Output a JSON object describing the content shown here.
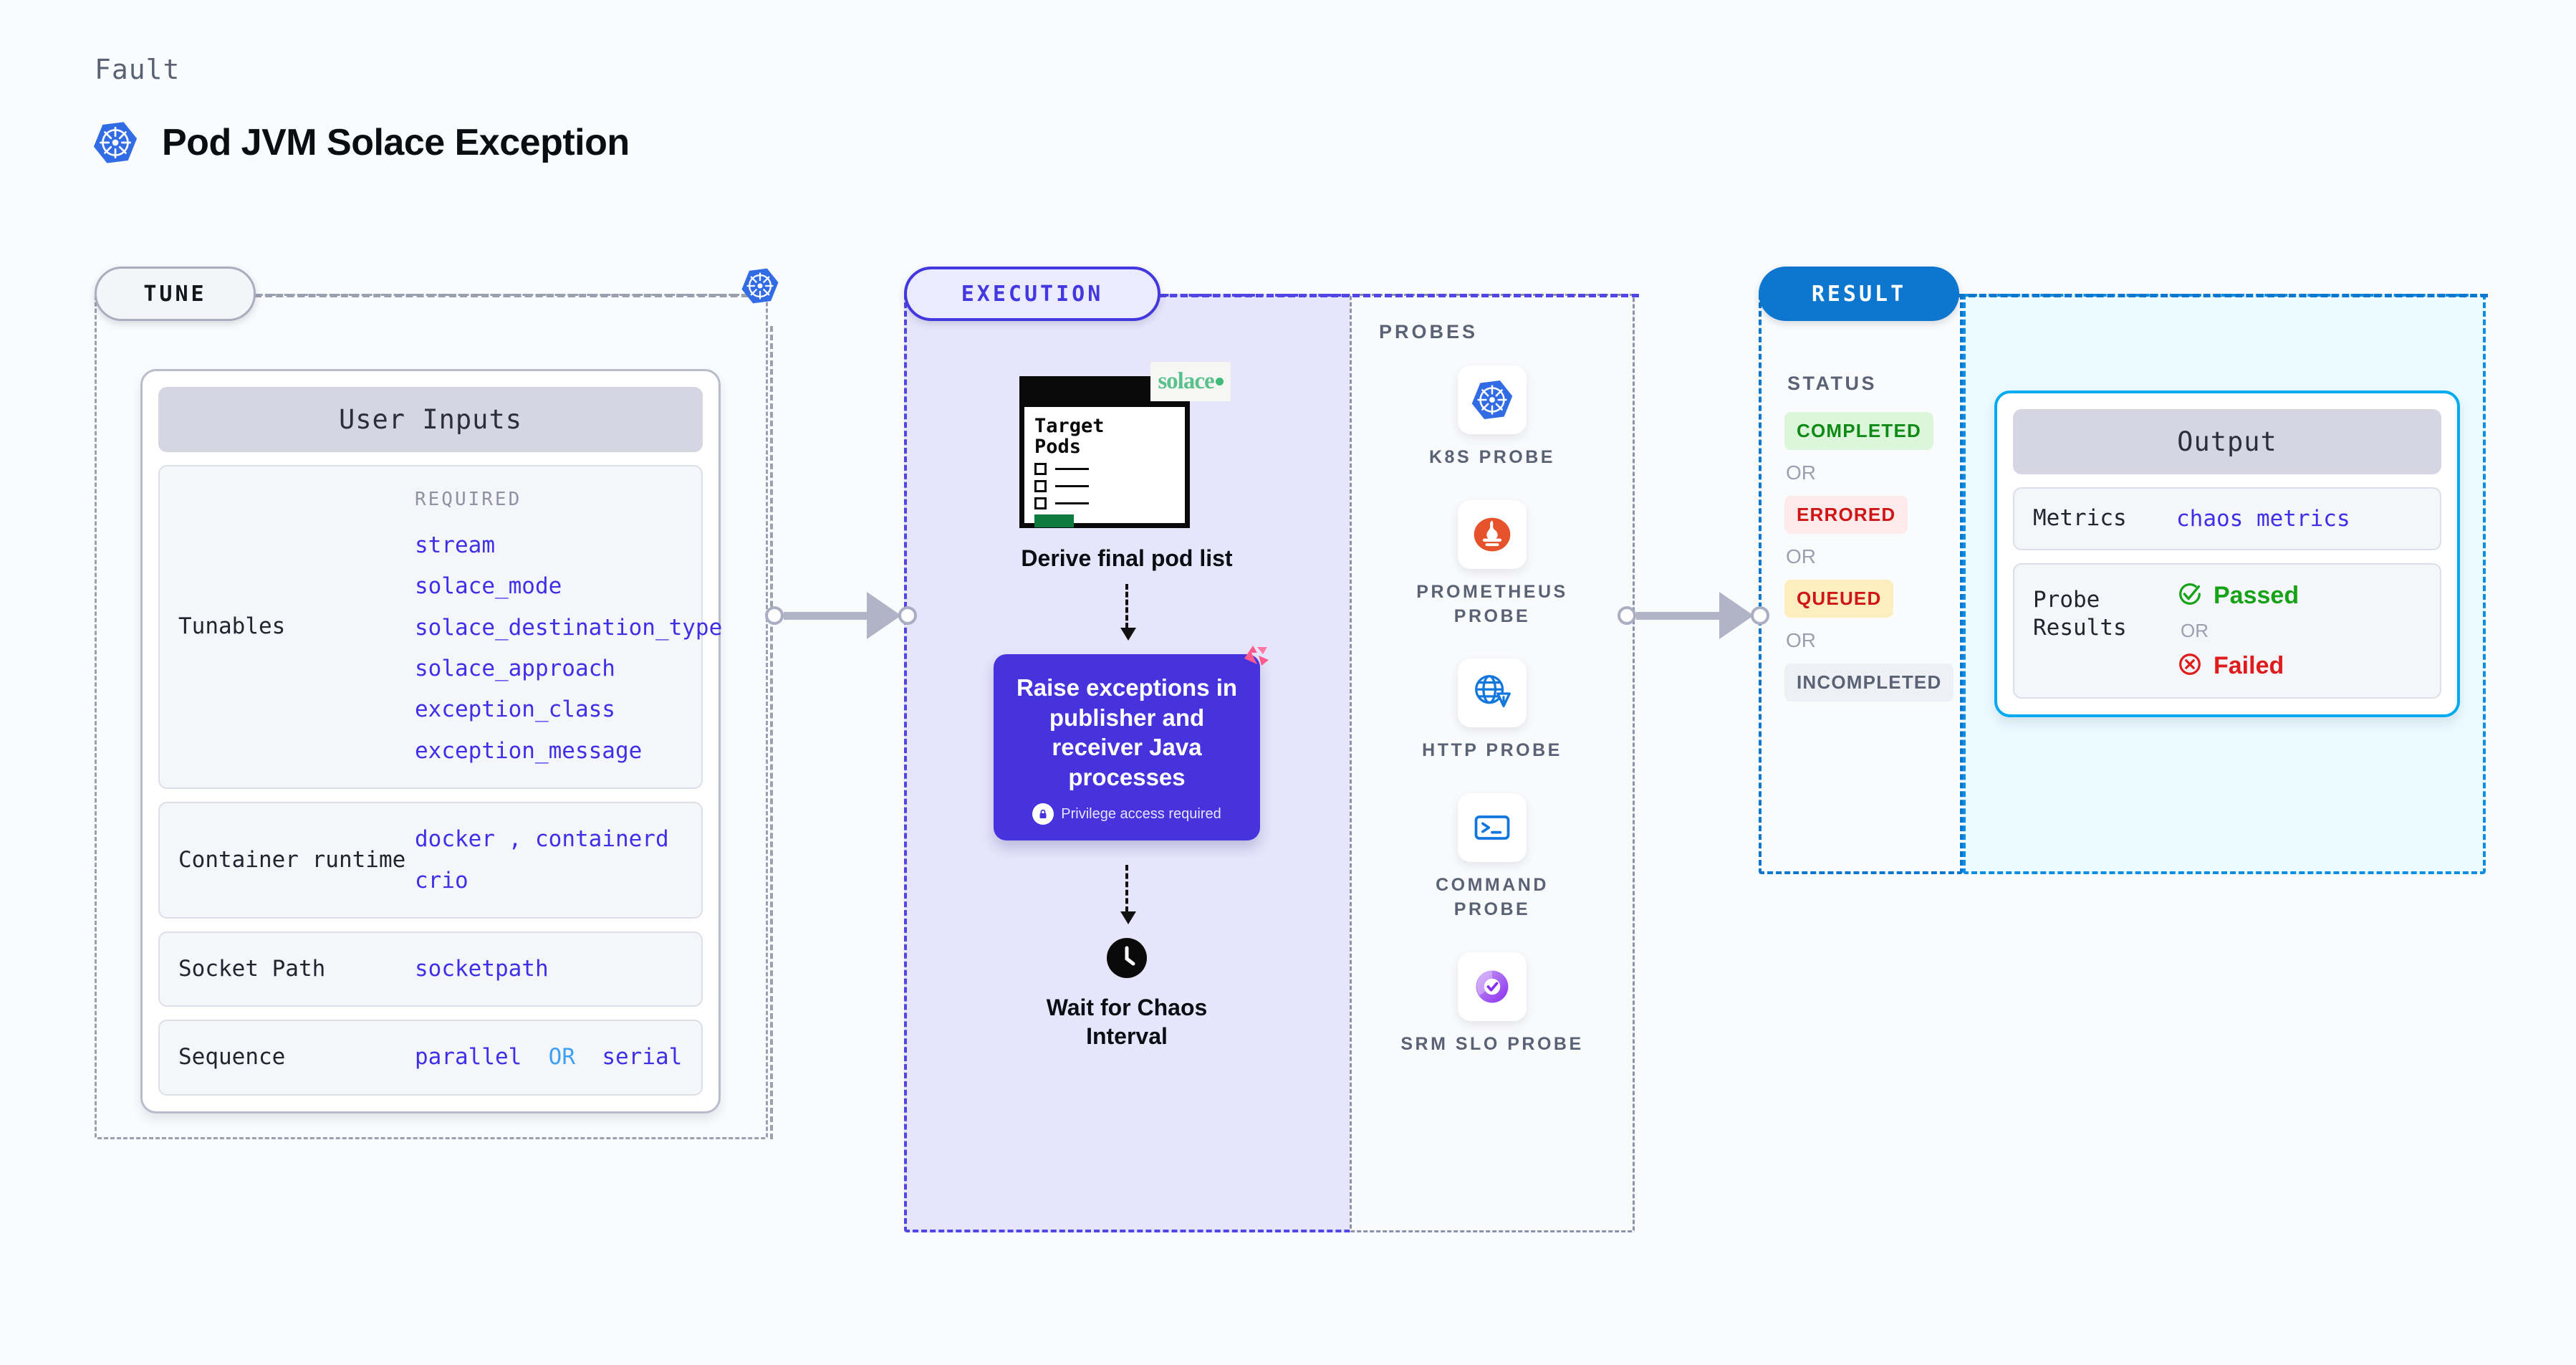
{
  "header": {
    "eyebrow": "Fault",
    "title": "Pod JVM Solace Exception",
    "logo_icon": "kubernetes-icon"
  },
  "stages": {
    "tune": {
      "pill_label": "TUNE",
      "badge_icon": "kubernetes-icon"
    },
    "execution": {
      "pill_label": "EXECUTION"
    },
    "result": {
      "pill_label": "RESULT"
    }
  },
  "tune": {
    "card_title": "User Inputs",
    "rows": [
      {
        "label": "Tunables",
        "required_tag": "REQUIRED",
        "values": [
          "stream",
          "solace_mode",
          "solace_destination_type",
          "solace_approach",
          "exception_class",
          "exception_message"
        ]
      },
      {
        "label": "Container runtime",
        "values": [
          "docker",
          "containerd",
          "crio"
        ],
        "separator": ","
      },
      {
        "label": "Socket Path",
        "values": [
          "socketpath"
        ]
      },
      {
        "label": "Sequence",
        "values": [
          "parallel",
          "serial"
        ],
        "separator": "OR"
      }
    ]
  },
  "execution": {
    "target_card": {
      "heading_line1": "Target",
      "heading_line2": "Pods",
      "brand_label": "solace",
      "brand_icon": "solace-logo"
    },
    "step1_caption": "Derive final pod list",
    "action": {
      "text": "Raise exceptions in publisher and receiver Java processes",
      "privilege_note": "Privilege access required",
      "privilege_icon": "lock-icon",
      "corner_icon": "litmus-icon",
      "color": "#4633dd"
    },
    "wait": {
      "caption_line1": "Wait for Chaos",
      "caption_line2": "Interval",
      "icon": "clock-icon"
    }
  },
  "probes": {
    "title": "PROBES",
    "items": [
      {
        "label": "K8S PROBE",
        "icon": "kubernetes-icon"
      },
      {
        "label": "PROMETHEUS PROBE",
        "icon": "prometheus-icon"
      },
      {
        "label": "HTTP PROBE",
        "icon": "globe-warning-icon"
      },
      {
        "label": "COMMAND PROBE",
        "icon": "terminal-icon"
      },
      {
        "label": "SRM SLO PROBE",
        "icon": "srm-slo-icon"
      }
    ]
  },
  "result": {
    "status_title": "STATUS",
    "or_label": "OR",
    "statuses": [
      {
        "label": "COMPLETED",
        "bg": "#dcf6dc",
        "fg": "#0f8a14"
      },
      {
        "label": "ERRORED",
        "bg": "#fdeaea",
        "fg": "#cf1515"
      },
      {
        "label": "QUEUED",
        "bg": "#fdeebf",
        "fg": "#cf1515"
      },
      {
        "label": "INCOMPLETED",
        "bg": "#eef0f5",
        "fg": "#5a6275"
      }
    ]
  },
  "output": {
    "card_title": "Output",
    "metrics_label": "Metrics",
    "metrics_value": "chaos metrics",
    "probe_results_label": "Probe Results",
    "passed_label": "Passed",
    "failed_label": "Failed",
    "or_label": "OR",
    "passed_icon": "check-circle-icon",
    "failed_icon": "x-circle-icon"
  }
}
